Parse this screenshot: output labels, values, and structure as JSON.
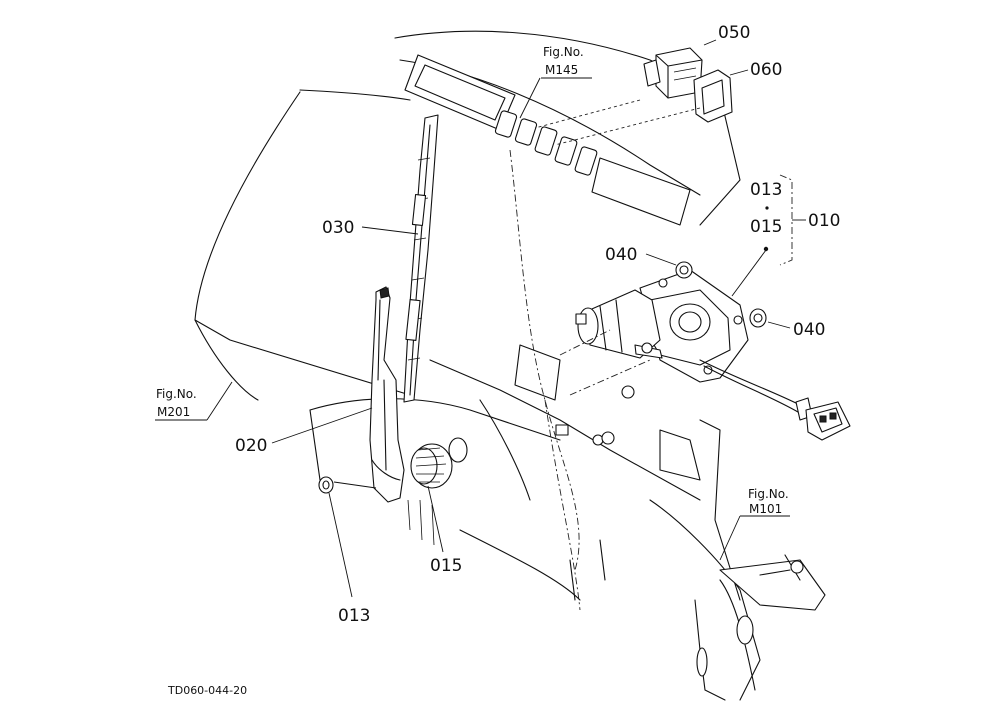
{
  "callouts": {
    "p050": "050",
    "p060": "060",
    "p013_group": "013",
    "p015_group": "015",
    "p010": "010",
    "p030": "030",
    "p040_left": "040",
    "p040_right": "040",
    "p020": "020",
    "p015": "015",
    "p013": "013"
  },
  "fig_refs": {
    "m145_label": "Fig.No.",
    "m145_value": "M145",
    "m201_label": "Fig.No.",
    "m201_value": "M201",
    "m101_label": "Fig.No.",
    "m101_value": "M101"
  },
  "drawing_code": "TD060-044-20"
}
